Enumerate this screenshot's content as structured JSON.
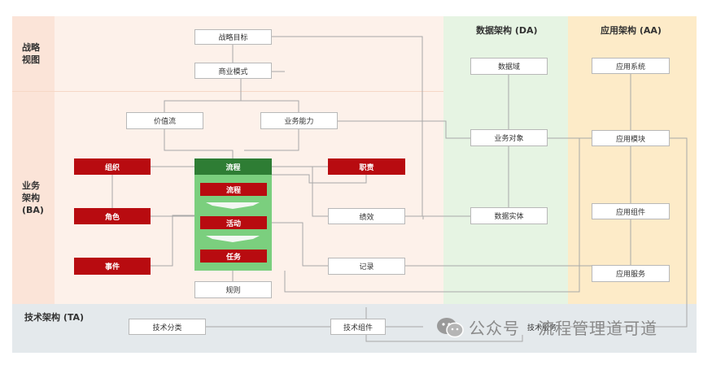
{
  "colors": {
    "strategy_bg": "#fdf1ea",
    "business_bg": "#fdf1ea",
    "data_bg": "#e6f4e3",
    "app_bg": "#fdebc8",
    "tech_bg": "#e4e9ec",
    "label_col_bg": "#fbe4d8",
    "process_container": "#7bcf7e",
    "red_box": "#b80b10",
    "process_header": "#2e7d34"
  },
  "labels": {
    "strategy": "战略\n视图",
    "business": "业务\n架构\n(BA)",
    "data": "数据架构 (DA)",
    "application": "应用架构 (AA)",
    "technology": "技术架构 (TA)"
  },
  "nodes": {
    "strategic_goal": "战略目标",
    "business_model": "商业模式",
    "value_stream": "价值流",
    "business_capability": "业务能力",
    "organization": "组织",
    "role": "角色",
    "event": "事件",
    "process_header": "流程",
    "process_inner": "流程",
    "activity": "活动",
    "task": "任务",
    "rule": "规则",
    "duty": "职责",
    "performance": "绩效",
    "record": "记录",
    "data_domain": "数据域",
    "business_object": "业务对象",
    "data_entity": "数据实体",
    "app_system": "应用系统",
    "app_module": "应用模块",
    "app_component": "应用组件",
    "app_service": "应用服务",
    "tech_category": "技术分类",
    "tech_component": "技术组件",
    "tech_service": "技术服务"
  },
  "watermark": {
    "text": "公众号 · 流程管理道可道",
    "icon": "wechat-icon"
  }
}
